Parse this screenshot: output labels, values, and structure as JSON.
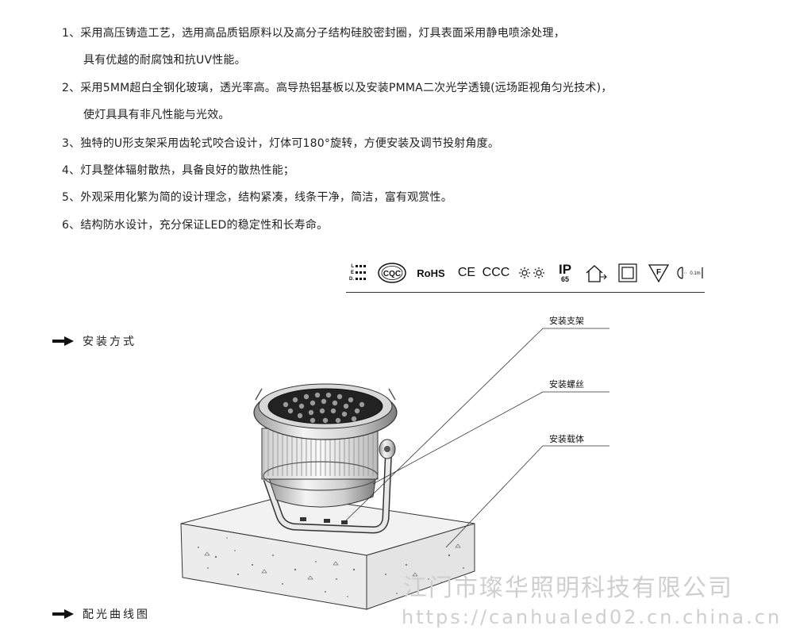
{
  "features": [
    {
      "line": "1、采用高压铸造工艺，选用高品质铝原料以及高分子结构硅胶密封圈，灯具表面采用静电喷涂处理，",
      "cont": "具有优越的耐腐蚀和抗UV性能。"
    },
    {
      "line": "2、采用5MM超白全钢化玻璃，透光率高。高导热铝基板以及安装PMMA二次光学透镜(远场距视角匀光技术)，",
      "cont": "使灯具具有非凡性能与光效。"
    },
    {
      "line": "3、独特的U形支架采用齿轮式咬合设计，灯体可180°旋转，方便安装及调节投射角度。",
      "cont": ""
    },
    {
      "line": "4、灯具整体辐射散热，具备良好的散热性能；",
      "cont": ""
    },
    {
      "line": "5、外观采用化繁为简的设计理念，结构紧凑，线条干净，简洁，富有观赏性。",
      "cont": ""
    },
    {
      "line": "6、结构防水设计，充分保证LED的稳定性和长寿命。",
      "cont": ""
    }
  ],
  "certifications": {
    "led_labels": [
      "L",
      "E",
      "D."
    ],
    "ccc_logo": "CQC",
    "rohs": "RoHS",
    "ce": "CE",
    "ccc": "CCC",
    "ip": "IP",
    "ip_rating": "65",
    "f_mark": "F",
    "distance": "0.1m",
    "icons": [
      "led-grid-icon",
      "cqc-icon",
      "sun-pair-icon",
      "house-icon",
      "double-square-icon",
      "triangle-f-icon",
      "lamp-distance-icon"
    ]
  },
  "sections": {
    "install_method": "安装方式",
    "light_curve": "配光曲线图"
  },
  "callouts": {
    "bracket": "安装支架",
    "screw": "安装螺丝",
    "carrier": "安装载体"
  },
  "watermark": {
    "company": "江门市璨华照明科技有限公司",
    "url": "https://canhualed02.cn.china.cn"
  },
  "colors": {
    "text": "#222222",
    "watermark": "#cfcfcf",
    "concrete": "#eeeeee"
  }
}
